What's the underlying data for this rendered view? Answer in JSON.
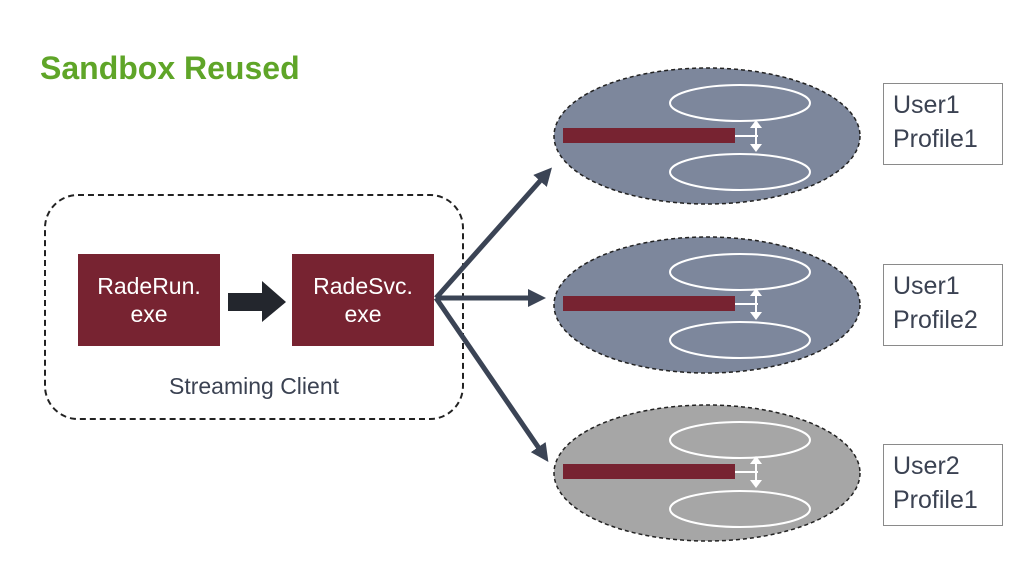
{
  "title": "Sandbox Reused",
  "client": {
    "label": "Streaming Client",
    "processes": [
      {
        "line1": "RadeRun.",
        "line2": "exe"
      },
      {
        "line1": "RadeSvc.",
        "line2": "exe"
      }
    ]
  },
  "sandboxes": [
    {
      "user": "User1",
      "profile": "Profile1",
      "fill": "#7d879c"
    },
    {
      "user": "User1",
      "profile": "Profile2",
      "fill": "#7d879c"
    },
    {
      "user": "User2",
      "profile": "Profile1",
      "fill": "#a6a6a6"
    }
  ],
  "colors": {
    "title": "#5fa528",
    "process_fill": "#772331",
    "arrow": "#3b4455",
    "text": "#3b4252"
  }
}
